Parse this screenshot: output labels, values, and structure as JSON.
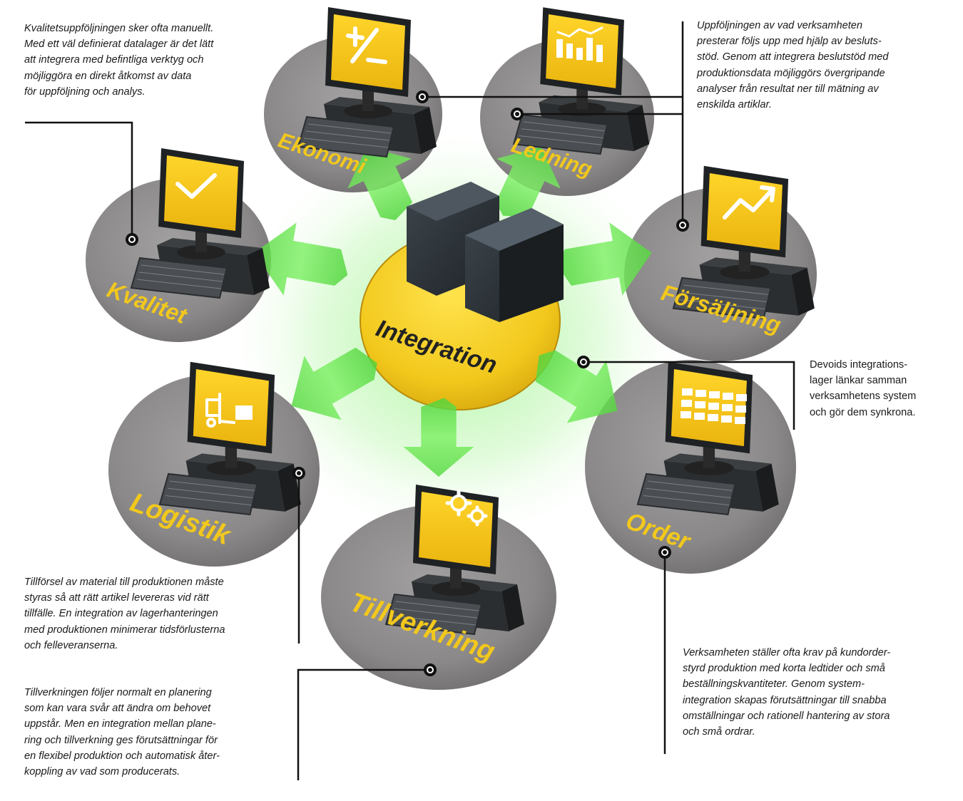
{
  "center": {
    "label": "Integration"
  },
  "modules": [
    {
      "id": "ekonomi",
      "label": "Ekonomi",
      "icon": "plus-minus-icon"
    },
    {
      "id": "ledning",
      "label": "Ledning",
      "icon": "bar-chart-icon"
    },
    {
      "id": "forsaljning",
      "label": "Försäljning",
      "icon": "trend-up-icon"
    },
    {
      "id": "order",
      "label": "Order",
      "icon": "grid-icon"
    },
    {
      "id": "tillverkning",
      "label": "Tillverkning",
      "icon": "gears-icon"
    },
    {
      "id": "logistik",
      "label": "Logistik",
      "icon": "forklift-icon"
    },
    {
      "id": "kvalitet",
      "label": "Kvalitet",
      "icon": "checkmark-icon"
    }
  ],
  "notes": {
    "kvalitet": [
      "Kvalitetsuppföljningen sker ofta manuellt.",
      "Med ett väl definierat datalager är det lätt",
      "att integrera med befintliga verktyg och",
      "möjliggöra en direkt åtkomst av data",
      "för uppföljning och analys."
    ],
    "ledning": [
      "Uppföljningen av vad verksamheten",
      "presterar följs upp med hjälp av besluts-",
      "stöd. Genom att integrera beslutstöd med",
      "produktionsdata möjliggörs övergripande",
      "analyser från resultat ner till mätning av",
      "enskilda artiklar."
    ],
    "integration": [
      "Devoids integrations-",
      "lager länkar samman",
      "verksamhetens system",
      "och gör dem synkrona."
    ],
    "logistik": [
      "Tillförsel av material till produktionen måste",
      "styras så att rätt artikel levereras vid rätt",
      "tillfälle. En integration av lagerhanteringen",
      "med produktionen minimerar tidsförlusterna",
      "och felleveranserna."
    ],
    "tillverkning": [
      "Tillverkningen följer normalt en planering",
      "som kan vara svår att ändra om behovet",
      "uppstår. Men en integration mellan plane-",
      "ring och tillverkning ges förutsättningar för",
      "en flexibel produktion och automatisk åter-",
      "koppling av vad som producerats."
    ],
    "order": [
      "Verksamheten ställer ofta krav på kundorder-",
      "styrd produktion med korta ledtider och små",
      "beställningskvantiteter. Genom system-",
      "integration skapas förutsättningar till snabba",
      "omställningar och rationell hantering av stora",
      "och små ordrar."
    ]
  },
  "colors": {
    "yellow": "#f2c81c",
    "disc_gray": "#8a8888",
    "arrow_green": "#66e24e",
    "leader_line": "#111111"
  }
}
